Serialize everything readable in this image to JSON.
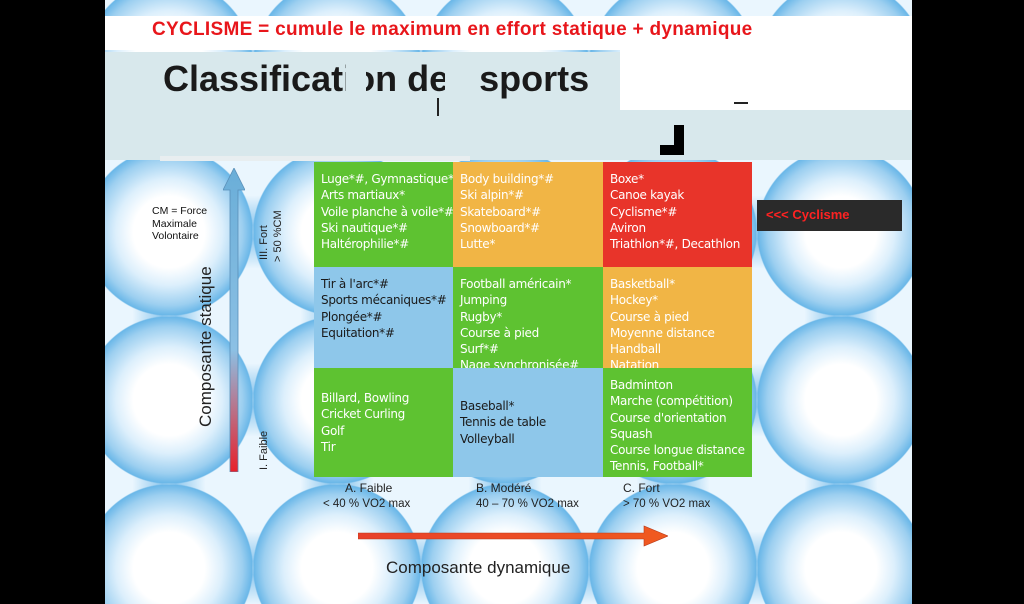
{
  "header": {
    "tagline": "CYCLISME = cumule le maximum en effort statique + dynamique",
    "title": "Classification des sports"
  },
  "cm_note": [
    "CM = Force",
    "Maximale",
    "Volontaire"
  ],
  "vertical_axis": {
    "title": "Composante statique",
    "fort": "III. Fort",
    "fort_sub": "> 50 %CM",
    "faible": "I. Faible"
  },
  "horizontal_axis": {
    "title": "Composante dynamique",
    "columns": [
      {
        "label": "A. Faible",
        "sub": "< 40 % VO2 max"
      },
      {
        "label": "B. Modéré",
        "sub": "40 – 70 % VO2 max"
      },
      {
        "label": "C. Fort",
        "sub": "> 70 % VO2 max"
      }
    ]
  },
  "grid": {
    "rows": [
      [
        {
          "color": "green",
          "items": [
            "Luge*#, Gymnastique*#",
            "Arts martiaux*",
            "Voile planche à voile*#",
            "Ski nautique*#",
            "Haltérophilie*#"
          ]
        },
        {
          "color": "orange",
          "items": [
            "Body building*#",
            "Ski alpin*#",
            "Skateboard*#",
            "Snowboard*#",
            "Lutte*"
          ]
        },
        {
          "color": "red",
          "items": [
            "Boxe*",
            "Canoe kayak",
            "Cyclisme*#",
            "Aviron",
            "Triathlon*#, Decathlon"
          ]
        }
      ],
      [
        {
          "color": "blue",
          "items": [
            "Tir à l'arc*#",
            "Sports mécaniques*#",
            "Plongée*#",
            "Equitation*#"
          ]
        },
        {
          "color": "green",
          "items": [
            "Football américain*",
            "Jumping",
            "Rugby*",
            "Course à pied",
            "Surf*#",
            "Nage synchronisée#"
          ]
        },
        {
          "color": "orange",
          "items": [
            "Basketball*",
            "Hockey*",
            "Course à pied",
            "Moyenne distance",
            "Handball",
            "Natation"
          ]
        }
      ],
      [
        {
          "color": "green",
          "items": [
            "Billard, Bowling",
            "Cricket Curling",
            "Golf",
            "Tir"
          ]
        },
        {
          "color": "blue",
          "items": [
            "Baseball*",
            "Tennis de table",
            "Volleyball"
          ]
        },
        {
          "color": "green",
          "items": [
            "Badminton",
            "Marche (compétition)",
            "Course d'orientation",
            "Squash",
            "Course longue distance",
            "Tennis, Football*"
          ]
        }
      ]
    ]
  },
  "callout": "<<< Cyclisme",
  "colors": {
    "green": "#5ec231",
    "orange": "#f1b545",
    "red": "#e8342a",
    "blue": "#8ec7ea",
    "accent_red": "#e8161b"
  }
}
